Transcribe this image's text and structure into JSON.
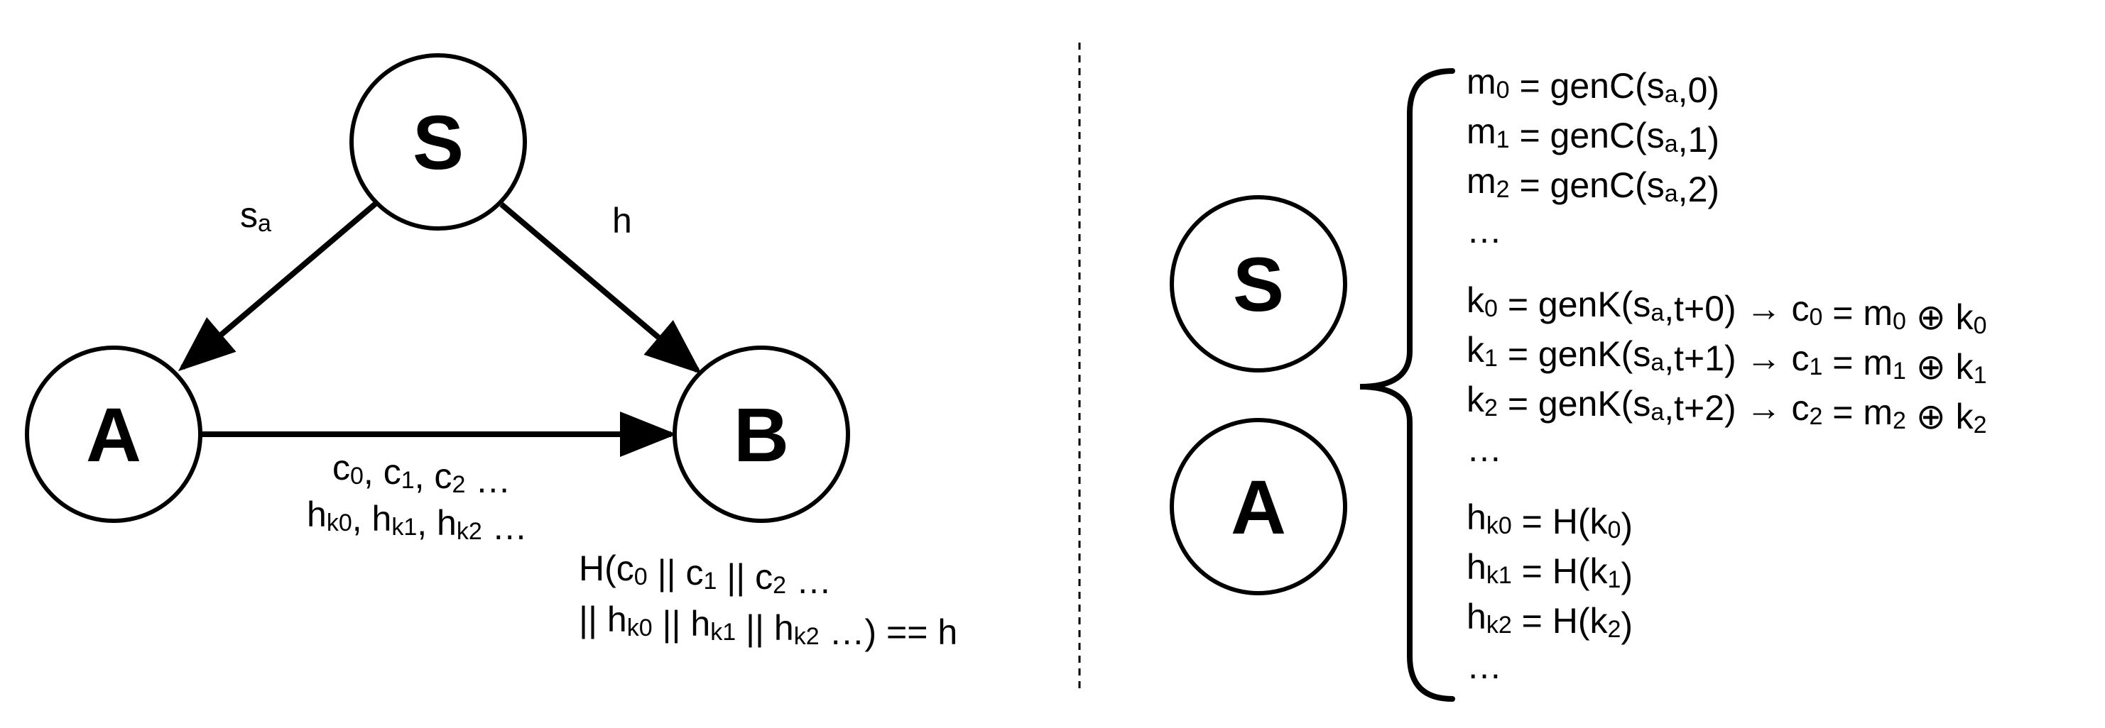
{
  "left": {
    "nodes": {
      "s": "S",
      "a": "A",
      "b": "B"
    },
    "edge_s_a": {
      "base": "s",
      "sub": "a"
    },
    "edge_s_b": "h",
    "edge_a_b_line1": [
      [
        "c",
        "0"
      ],
      [
        ", c",
        "1"
      ],
      [
        ", c",
        "2"
      ],
      [
        " …",
        ""
      ]
    ],
    "edge_a_b_line2": [
      [
        "h",
        "k0"
      ],
      [
        ", h",
        "k1"
      ],
      [
        ", h",
        "k2"
      ],
      [
        " …",
        ""
      ]
    ],
    "check_line1": [
      [
        "H(c",
        "0"
      ],
      [
        " || c",
        "1"
      ],
      [
        " || c",
        "2"
      ],
      [
        " …",
        ""
      ]
    ],
    "check_line2": [
      [
        "|| h",
        "k0"
      ],
      [
        " || h",
        "k1"
      ],
      [
        " || h",
        "k2"
      ],
      [
        " …) == h",
        ""
      ]
    ]
  },
  "right": {
    "nodes": {
      "s": "S",
      "a": "A"
    },
    "equations": [
      [
        [
          "m",
          "0"
        ],
        [
          " = genC(s",
          "a"
        ],
        [
          ",0)",
          ""
        ]
      ],
      [
        [
          "m",
          "1"
        ],
        [
          " = genC(s",
          "a"
        ],
        [
          ",1)",
          ""
        ]
      ],
      [
        [
          "m",
          "2"
        ],
        [
          " = genC(s",
          "a"
        ],
        [
          ",2)",
          ""
        ]
      ],
      [
        [
          "…",
          ""
        ]
      ],
      [
        [
          "k",
          "0"
        ],
        [
          " = genK(s",
          "a"
        ],
        [
          ",t+0) → c",
          "0"
        ],
        [
          " = m",
          "0"
        ],
        [
          " ⊕ k",
          "0"
        ]
      ],
      [
        [
          "k",
          "1"
        ],
        [
          " = genK(s",
          "a"
        ],
        [
          ",t+1) → c",
          "1"
        ],
        [
          " = m",
          "1"
        ],
        [
          " ⊕ k",
          "1"
        ]
      ],
      [
        [
          "k",
          "2"
        ],
        [
          " = genK(s",
          "a"
        ],
        [
          ",t+2) → c",
          "2"
        ],
        [
          " = m",
          "2"
        ],
        [
          " ⊕ k",
          "2"
        ]
      ],
      [
        [
          "…",
          ""
        ]
      ],
      [
        [
          "h",
          "k0"
        ],
        [
          " = H(k",
          "0"
        ],
        [
          ")",
          ""
        ]
      ],
      [
        [
          "h",
          "k1"
        ],
        [
          " = H(k",
          "1"
        ],
        [
          ")",
          ""
        ]
      ],
      [
        [
          "h",
          "k2"
        ],
        [
          " = H(k",
          "2"
        ],
        [
          ")",
          ""
        ]
      ],
      [
        [
          "…",
          ""
        ]
      ]
    ]
  }
}
